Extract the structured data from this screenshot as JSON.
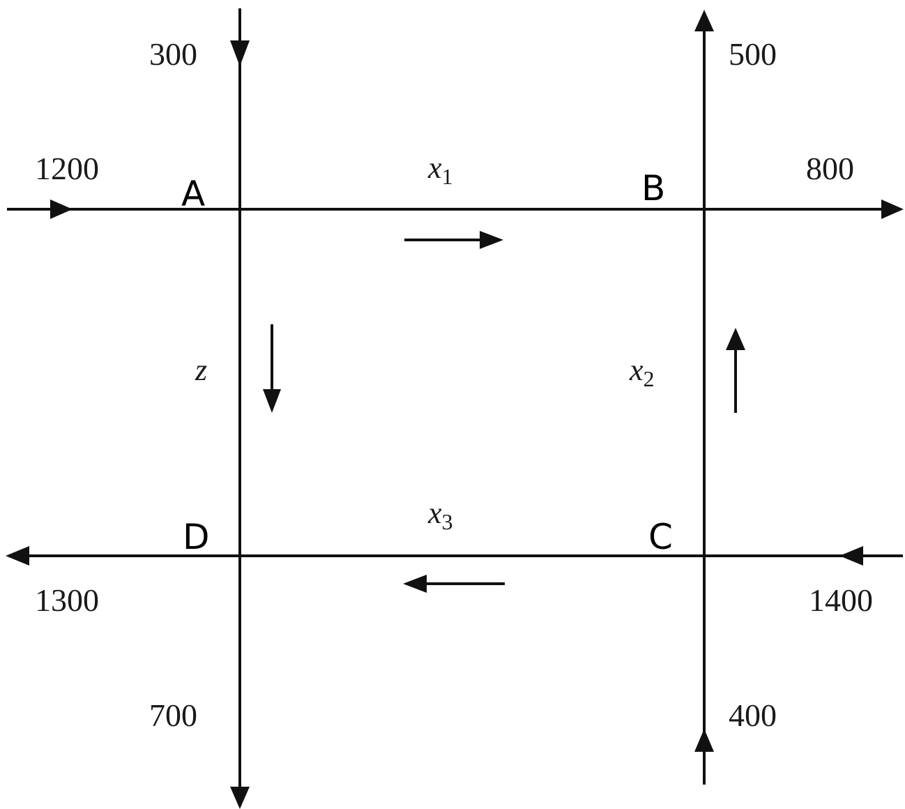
{
  "nodes": {
    "a": "A",
    "b": "B",
    "c": "C",
    "d": "D"
  },
  "external_flows": {
    "top_left": "300",
    "top_right": "500",
    "left_upper": "1200",
    "right_upper": "800",
    "left_lower": "1300",
    "right_lower": "1400",
    "bottom_left": "700",
    "bottom_right": "400"
  },
  "internal_flows": {
    "ab": {
      "var": "x",
      "sub": "1"
    },
    "cb": {
      "var": "x",
      "sub": "2"
    },
    "cd": {
      "var": "x",
      "sub": "3"
    },
    "ad": {
      "var": "z",
      "sub": ""
    }
  },
  "colors": {
    "line": "#111111",
    "text": "#1a1a1a",
    "background": "#ffffff"
  }
}
